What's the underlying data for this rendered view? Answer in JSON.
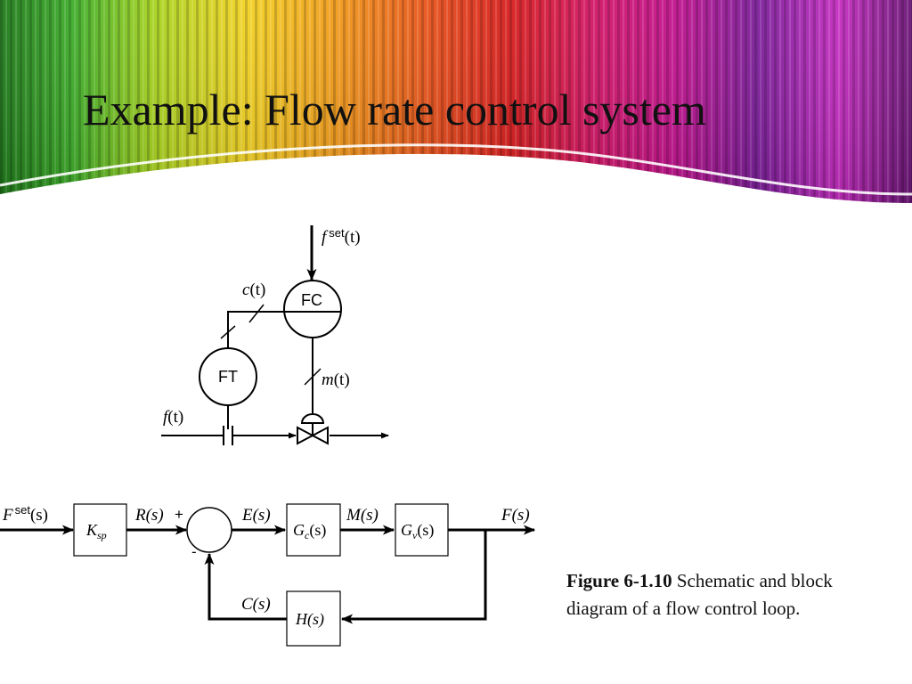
{
  "slide": {
    "title": "Example: Flow rate control system"
  },
  "schematic": {
    "setpoint_signal": {
      "symbol": "f",
      "superscript": "set",
      "arg": "(t)"
    },
    "controller": "FC",
    "transmitter": "FT",
    "measurement_signal": {
      "symbol": "c",
      "arg": "(t)"
    },
    "manipulated_signal": {
      "symbol": "m",
      "arg": "(t)"
    },
    "flow_signal": {
      "symbol": "f",
      "arg": "(t)"
    }
  },
  "block_diagram": {
    "input": {
      "symbol": "F",
      "superscript": "set",
      "arg": "(s)"
    },
    "setpoint_block": {
      "symbol": "K",
      "subscript": "sp"
    },
    "reference": "R(s)",
    "plus_sign": "+",
    "minus_sign": "-",
    "error": "E(s)",
    "controller_block": {
      "symbol": "G",
      "subscript": "c",
      "arg": "(s)"
    },
    "manipulated": "M(s)",
    "valve_block": {
      "symbol": "G",
      "subscript": "v",
      "arg": "(s)"
    },
    "output": "F(s)",
    "feedback_signal": "C(s)",
    "feedback_block": "H(s)"
  },
  "caption": {
    "number": "Figure 6-1.10",
    "text": "Schematic and block diagram of a flow control loop."
  },
  "colors": {
    "line": "#000000",
    "title": "#111111",
    "banner_gradient": [
      "#2fa52b",
      "#b9d620",
      "#f2c21d",
      "#ee7a12",
      "#d81e18",
      "#c8127a",
      "#7b1e9a",
      "#d43bd0"
    ]
  }
}
